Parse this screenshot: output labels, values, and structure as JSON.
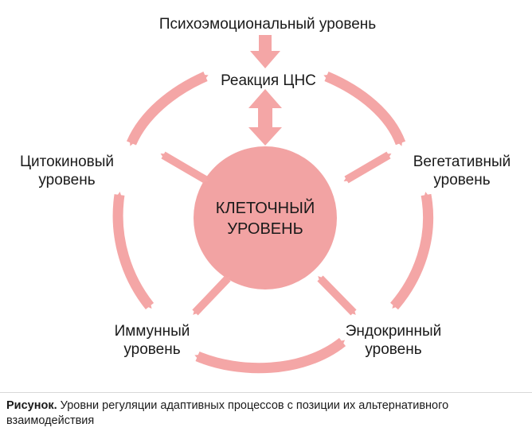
{
  "nodes": {
    "psycho": "Психоэмоциональный уровень",
    "cns": "Реакция ЦНС",
    "cytokine": [
      "Цитокиновый",
      "уровень"
    ],
    "vegetative": [
      "Вегетативный",
      "уровень"
    ],
    "immune": [
      "Иммунный",
      "уровень"
    ],
    "endocrine": [
      "Эндокринный",
      "уровень"
    ],
    "center": [
      "КЛЕТОЧНЫЙ",
      "УРОВЕНЬ"
    ]
  },
  "caption": {
    "label": "Рисунок.",
    "text": " Уровни регуляции адаптивных процессов с позиции их альтернативного взаимодействия"
  },
  "colors": {
    "arrow": "#f4a6a6",
    "circle": "#f2a3a3",
    "text": "#1a1a1a"
  }
}
